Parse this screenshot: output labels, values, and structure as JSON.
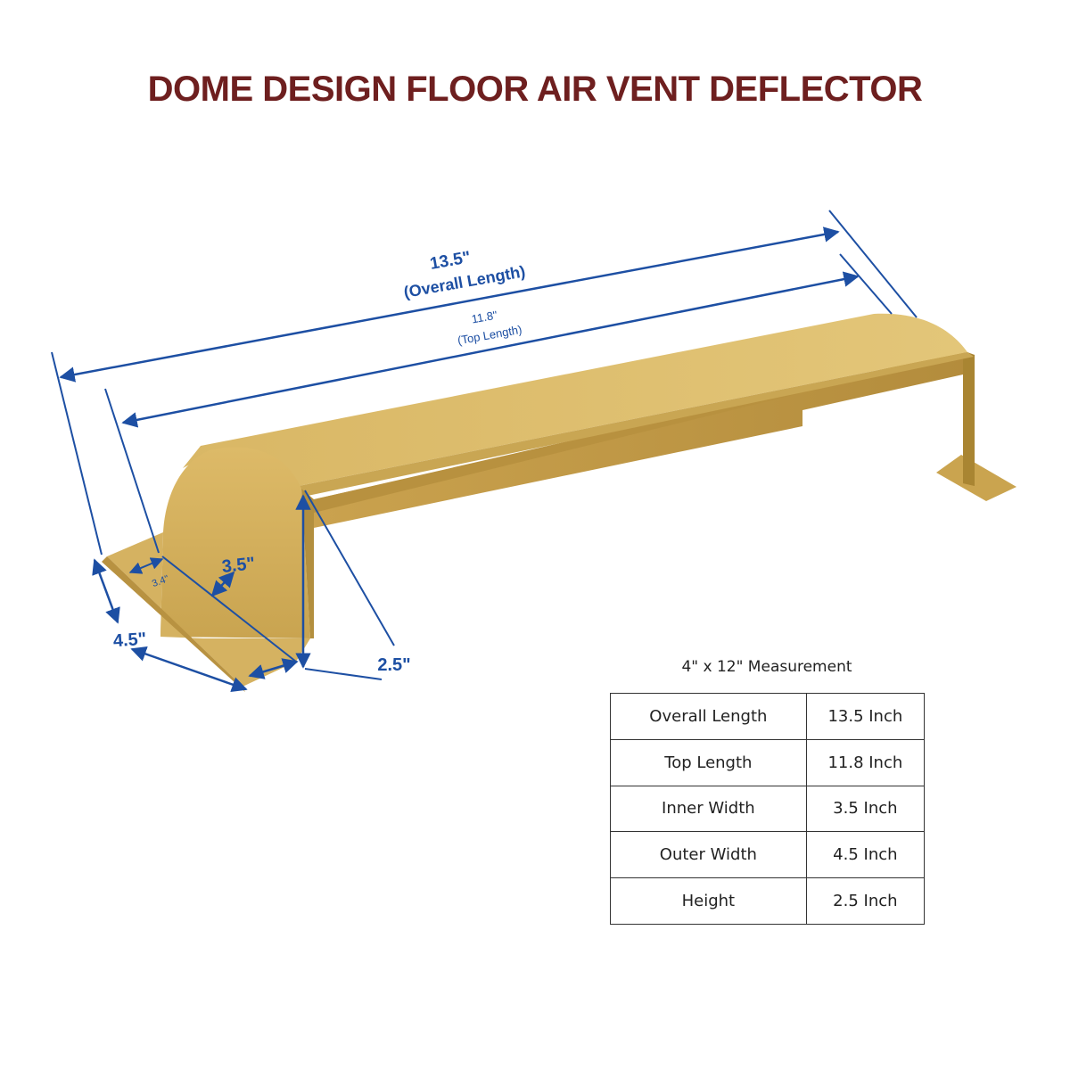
{
  "title": "DOME DESIGN FLOOR AIR VENT DEFLECTOR",
  "dimensions": {
    "overall_length_value": "13.5\"",
    "overall_length_label": "(Overall Length)",
    "top_length_value": "11.8\"",
    "top_length_label": "(Top Length)",
    "inner_width": "3.5\"",
    "flange": "3.4\"",
    "outer_width": "4.5\"",
    "height": "2.5\""
  },
  "spec_table": {
    "caption": "4\" x 12\" Measurement",
    "rows": [
      {
        "name": "Overall Length",
        "value": "13.5 Inch"
      },
      {
        "name": "Top Length",
        "value": "11.8 Inch"
      },
      {
        "name": "Inner Width",
        "value": "3.5 Inch"
      },
      {
        "name": "Outer Width",
        "value": "4.5 Inch"
      },
      {
        "name": "Height",
        "value": "2.5 Inch"
      }
    ]
  },
  "colors": {
    "title": "#6e1f1f",
    "dimension_lines": "#1d4fa3",
    "product_gold": "#d9b457"
  }
}
